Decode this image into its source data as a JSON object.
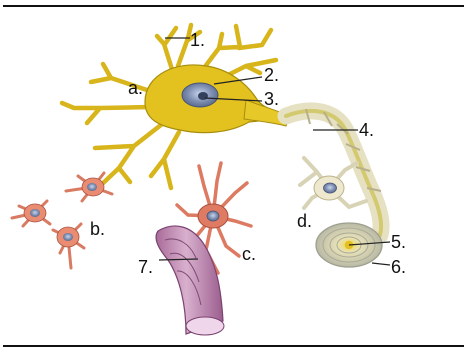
{
  "labels": {
    "num_1": "1.",
    "num_2": "2.",
    "num_3": "3.",
    "num_4": "4.",
    "num_5": "5.",
    "num_6": "6.",
    "num_7": "7.",
    "let_a": "a.",
    "let_b": "b.",
    "let_c": "c.",
    "let_d": "d."
  },
  "colors": {
    "neuron": "#e3c21f",
    "neuron_outline": "#a88d0c",
    "nucleus": "#7f8fb1",
    "astrocyte": "#e07b63",
    "microglia": "#ea8c72",
    "oligodendrocyte": "#eee8cf",
    "myelin": "#dfdcbc",
    "vessel": "#b87aa6"
  }
}
